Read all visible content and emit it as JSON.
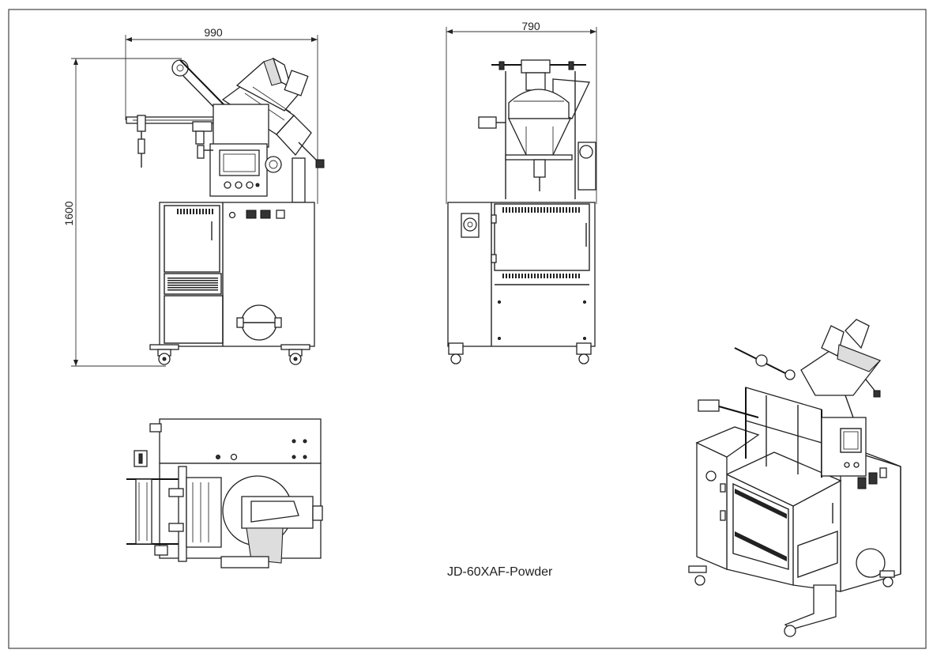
{
  "drawing": {
    "model_label": "JD-60XAF-Powder",
    "front_view": {
      "width_dim": "990",
      "height_dim": "1600"
    },
    "side_view": {
      "width_dim": "790"
    }
  },
  "colors": {
    "line": "#222222",
    "background": "#ffffff",
    "border": "#444444"
  }
}
